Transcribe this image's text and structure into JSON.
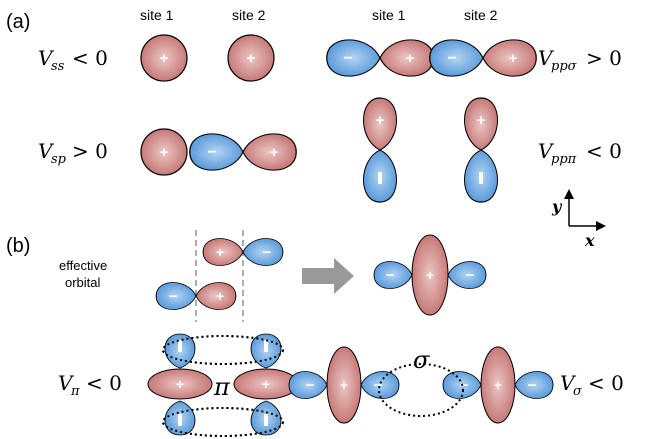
{
  "panels": {
    "a": "(a)",
    "b": "(b)"
  },
  "site_labels": {
    "left_site1": "site 1",
    "left_site2": "site 2",
    "right_site1": "site 1",
    "right_site2": "site 2"
  },
  "equations": {
    "vss": {
      "base": "V",
      "sub": "ss",
      "rel": "< 0"
    },
    "vsp": {
      "base": "V",
      "sub": "sp",
      "rel": "> 0"
    },
    "vppsigma": {
      "base": "V",
      "sub": "ppσ",
      "rel": "> 0"
    },
    "vpppi": {
      "base": "V",
      "sub": "ppπ",
      "rel": "< 0"
    },
    "vpi": {
      "base": "V",
      "sub": "π",
      "rel": "< 0"
    },
    "vsigma": {
      "base": "V",
      "sub": "σ",
      "rel": "< 0"
    }
  },
  "symbols": {
    "pi": "π",
    "sigma": "σ"
  },
  "effective_orbital": {
    "line1": "effective",
    "line2": "orbital"
  },
  "axes": {
    "x": "x",
    "y": "y"
  },
  "signs": {
    "plus": "+",
    "minus": "−"
  },
  "colors": {
    "positive_lobe": "#c77a78",
    "negative_lobe": "#5a9ad6",
    "arrow": "#999999",
    "dash": "#777777"
  }
}
